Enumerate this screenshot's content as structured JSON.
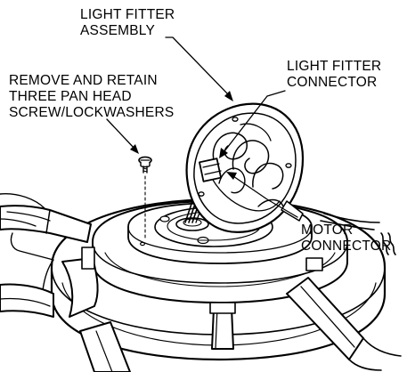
{
  "figure": {
    "labels": {
      "light_fitter_assembly": [
        "LIGHT FITTER",
        "ASSEMBLY"
      ],
      "remove_and_retain": [
        "REMOVE AND RETAIN",
        "THREE PAN HEAD",
        "SCREW/LOCKWASHERS"
      ],
      "light_fitter_connector": [
        "LIGHT FITTER",
        "CONNECTOR"
      ],
      "motor_connector": [
        "MOTOR",
        "CONNECTOR"
      ]
    },
    "colors": {
      "ink": "#000000",
      "paper": "#ffffff"
    }
  }
}
